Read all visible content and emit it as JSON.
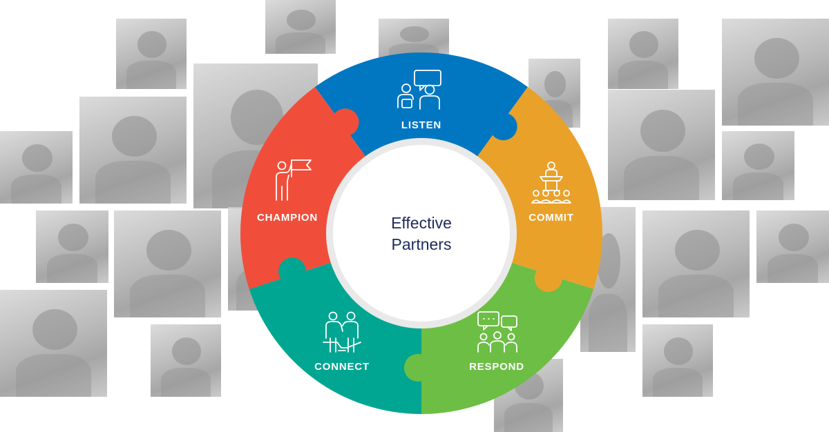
{
  "center": {
    "line1": "Effective",
    "line2": "Partners"
  },
  "segments": [
    {
      "label": "LISTEN",
      "icon": "listen-conversation-icon",
      "color": "#0277C1"
    },
    {
      "label": "COMMIT",
      "icon": "podium-commit-icon",
      "color": "#E9A12A"
    },
    {
      "label": "RESPOND",
      "icon": "respond-chat-icon",
      "color": "#6DBE45"
    },
    {
      "label": "CONNECT",
      "icon": "connect-handshake-icon",
      "color": "#00A692"
    },
    {
      "label": "CHAMPION",
      "icon": "champion-flag-icon",
      "color": "#F04E3A"
    }
  ]
}
